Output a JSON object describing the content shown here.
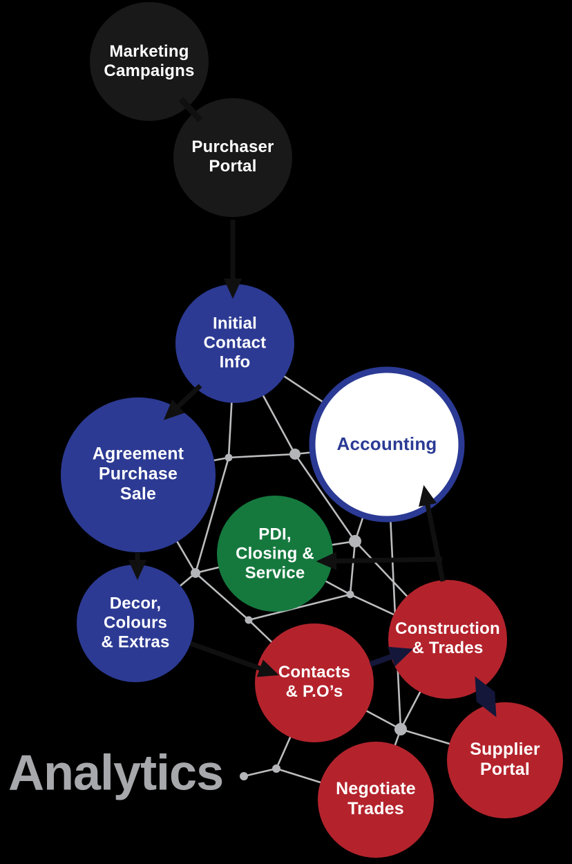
{
  "colors": {
    "background": "#000000",
    "node-dark": "#191919",
    "node-blue": "#2c3a93",
    "node-green": "#15793e",
    "node-red": "#b4232c",
    "accounting-fill": "#ffffff",
    "accounting-border": "#2b3a94",
    "accounting-text": "#2b3a94",
    "label-text": "#ffffff",
    "line-gray": "#bcbdbf",
    "dot-gray": "#b4b5b8",
    "arrow-black": "#101010",
    "arrow-navy": "#14173a",
    "analytics-text": "#a6a8ab"
  },
  "analytics_label": "Analytics",
  "nodes": {
    "marketing": {
      "label": "Marketing\nCampaigns",
      "color": "dark"
    },
    "purchaser": {
      "label": "Purchaser\nPortal",
      "color": "dark"
    },
    "initial": {
      "label": "Initial\nContact\nInfo",
      "color": "blue"
    },
    "accounting": {
      "label": "Accounting",
      "color": "white-blue-border"
    },
    "agreement": {
      "label": "Agreement\nPurchase\nSale",
      "color": "blue"
    },
    "pdi": {
      "label": "PDI,\nClosing &\nService",
      "color": "green"
    },
    "decor": {
      "label": "Decor,\nColours\n& Extras",
      "color": "blue"
    },
    "contacts": {
      "label": "Contacts\n& P.O’s",
      "color": "red"
    },
    "construction": {
      "label": "Construction\n& Trades",
      "color": "red"
    },
    "supplier": {
      "label": "Supplier\nPortal",
      "color": "red"
    },
    "negotiate": {
      "label": "Negotiate\nTrades",
      "color": "red"
    }
  },
  "arrows": [
    {
      "from": "Marketing Campaigns",
      "to": "Purchaser Portal",
      "style": "black-connector",
      "bidirectional": false
    },
    {
      "from": "Purchaser Portal",
      "to": "Initial Contact Info",
      "style": "black",
      "bidirectional": false
    },
    {
      "from": "Initial Contact Info",
      "to": "Agreement Purchase Sale",
      "style": "black",
      "bidirectional": false
    },
    {
      "from": "Agreement Purchase Sale",
      "to": "Decor, Colours & Extras",
      "style": "black",
      "bidirectional": false
    },
    {
      "from": "Decor, Colours & Extras",
      "to": "Contacts & P.O’s",
      "style": "black",
      "bidirectional": false
    },
    {
      "from": "Construction & Trades",
      "to": "Accounting",
      "style": "black",
      "bidirectional": false
    },
    {
      "from": "Construction & Trades",
      "to": "PDI, Closing & Service",
      "style": "black",
      "bidirectional": false
    },
    {
      "from": "Contacts & P.O’s",
      "to": "Construction & Trades",
      "style": "navy",
      "bidirectional": false
    },
    {
      "from": "Construction & Trades",
      "to": "Supplier Portal",
      "style": "navy",
      "bidirectional": true
    }
  ]
}
